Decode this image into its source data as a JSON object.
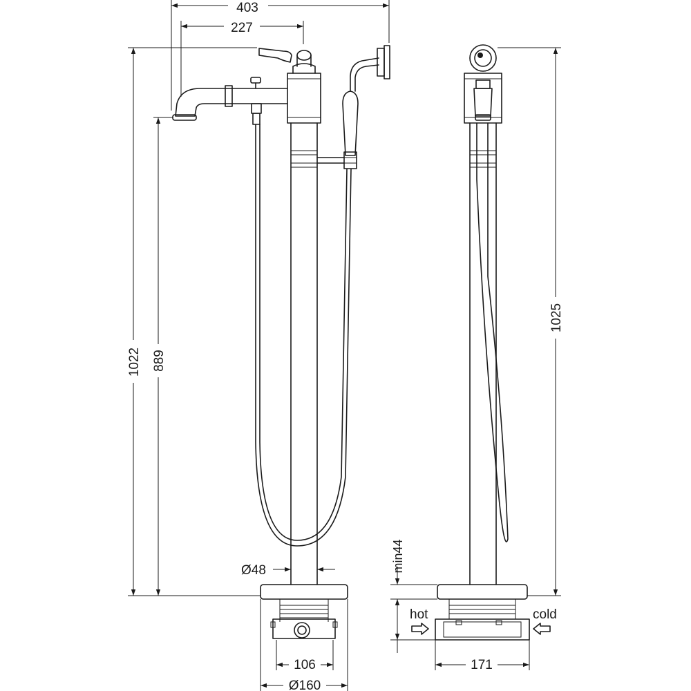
{
  "dimensions": {
    "overall_width": "403",
    "spout_reach": "227",
    "overall_height_left": "1022",
    "spout_height": "889",
    "overall_height_right": "1025",
    "pipe_diameter": "Ø48",
    "min_depth": "min44",
    "box_width_front": "106",
    "base_diameter": "Ø160",
    "box_width_side": "171"
  },
  "connections": {
    "hot": "hot",
    "cold": "cold"
  }
}
